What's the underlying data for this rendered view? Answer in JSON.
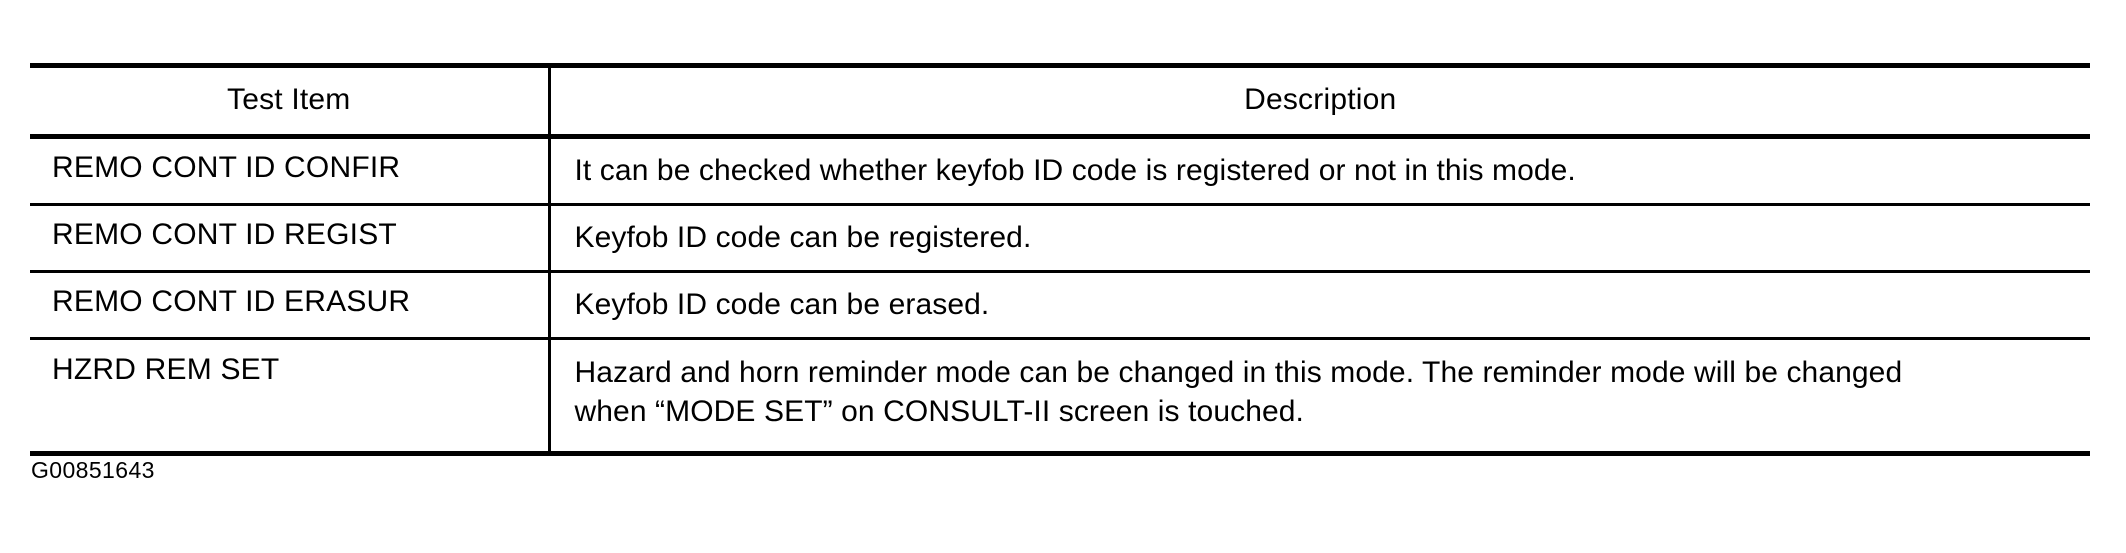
{
  "document": {
    "figure_caption": "G00851643",
    "ink_color": "#000000",
    "paper_color": "#ffffff"
  },
  "table": {
    "columns": [
      {
        "key": "test_item",
        "header": "Test Item"
      },
      {
        "key": "description",
        "header": "Description"
      }
    ],
    "rows": [
      {
        "test_item": "REMO CONT ID CONFIR",
        "description_lines": [
          "It can be checked whether keyfob ID code is registered or not in this mode."
        ]
      },
      {
        "test_item": "REMO CONT ID REGIST",
        "description_lines": [
          "Keyfob ID code can be registered."
        ]
      },
      {
        "test_item": "REMO CONT ID ERASUR",
        "description_lines": [
          "Keyfob ID code can be erased."
        ]
      },
      {
        "test_item": "HZRD REM SET",
        "description_lines": [
          "Hazard and horn reminder mode can be changed in this mode. The reminder mode will be changed",
          "when “MODE SET” on CONSULT-II screen is touched."
        ]
      }
    ]
  }
}
